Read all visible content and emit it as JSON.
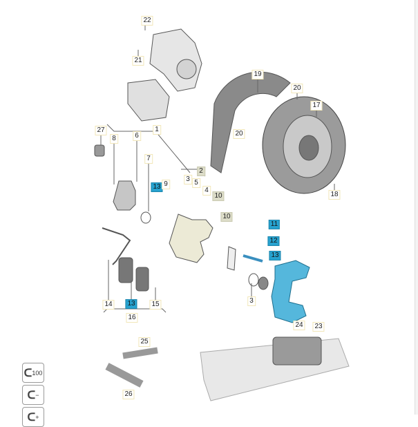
{
  "callouts": [
    "22",
    "21",
    "19",
    "20",
    "17",
    "20",
    "27",
    "8",
    "6",
    "1",
    "7",
    "2",
    "3",
    "5",
    "4",
    "13",
    "9",
    "10",
    "10",
    "11",
    "12",
    "13",
    "18",
    "14",
    "13",
    "15",
    "16",
    "3",
    "24",
    "23",
    "25",
    "26"
  ],
  "zoom_controls": {
    "reset_label": "100",
    "zoom_out_label": "−",
    "zoom_in_label": "+"
  },
  "colors": {
    "highlight": "#27a2cf",
    "group": "#dcdcc8"
  }
}
